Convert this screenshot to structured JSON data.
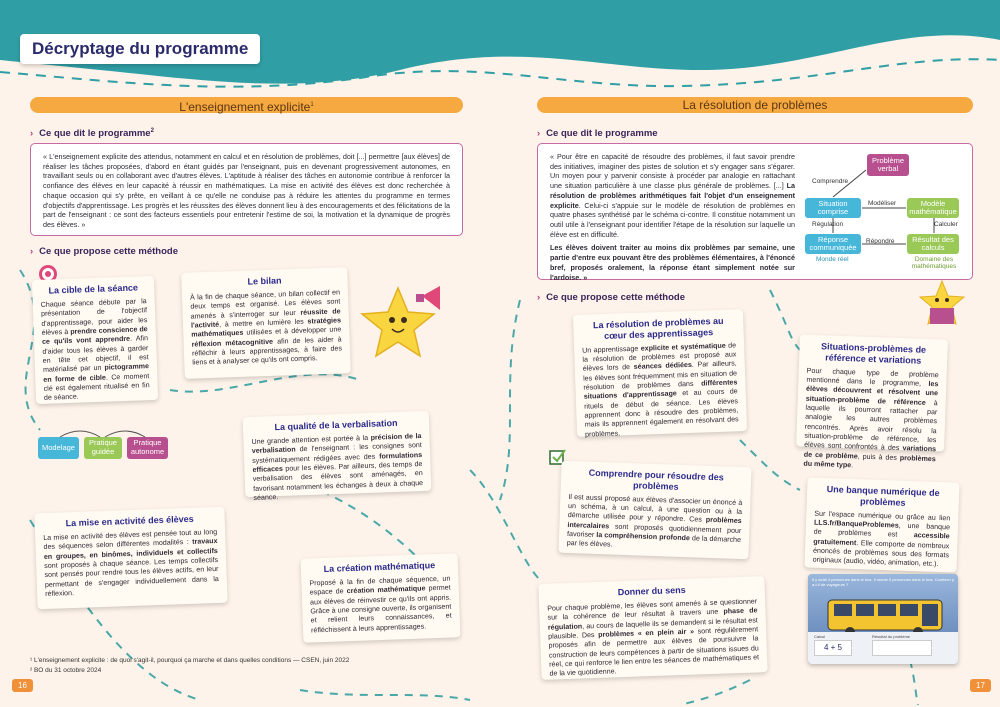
{
  "page": {
    "title": "Décryptage du programme",
    "page_left": "16",
    "page_right": "17"
  },
  "left": {
    "section_title": "L'enseignement explicite",
    "section_sup": "1",
    "dit_heading": "Ce que dit le programme",
    "dit_sup": "2",
    "quote": "« L'enseignement explicite des attendus, notamment en calcul et en résolution de problèmes, doit [...] permettre [aux élèves] de réaliser les tâches proposées, d'abord en étant guidés par l'enseignant, puis en devenant progressivement autonomes, en travaillant seuls ou en collaborant avec d'autres élèves. L'aptitude à réaliser des tâches en autonomie contribue à renforcer la confiance des élèves en leur capacité à réussir en mathématiques. La mise en activité des élèves est donc recherchée à chaque occasion qui s'y prête, en veillant à ce qu'elle ne conduise pas à réduire les attentes du programme en termes d'objectifs d'apprentissage. Les progrès et les réussites des élèves donnent lieu à des encouragements et des félicitations de la part de l'enseignant : ce sont des facteurs essentiels pour entretenir l'estime de soi, la motivation et la dynamique de progrès des élèves. »",
    "propose_heading": "Ce que propose cette méthode",
    "cards": {
      "cible": {
        "title": "La cible de la séance",
        "p1": "Chaque séance débute par la présentation de l'objectif d'apprentissage, pour aider les élèves à ",
        "b1": "prendre conscience de ce qu'ils vont apprendre",
        "p2": ". Afin d'aider tous les élèves à garder en tête cet objectif, il est matérialisé par un ",
        "b2": "pictogramme en forme de cible",
        "p3": ". Ce moment clé est également ritualisé en fin de séance."
      },
      "bilan": {
        "title": "Le bilan",
        "p1": "À la fin de chaque séance, un bilan collectif en deux temps est organisé. Les élèves sont amenés à s'interroger sur leur ",
        "b1": "réussite de l'activité",
        "p2": ", à mettre en lumière les ",
        "b2": "stratégies mathématiques",
        "p3": " utilisées et à développer une ",
        "b3": "réflexion métacognitive",
        "p4": " afin de les aider à réfléchir à leurs apprentissages, à faire des liens et à analyser ce qu'ils ont compris."
      },
      "verbalisation": {
        "title": "La qualité de la verbalisation",
        "p1": "Une grande attention est portée à la ",
        "b1": "précision de la verbalisation",
        "p2": " de l'enseignant : les consignes sont systématiquement rédigées avec des ",
        "b2": "formulations efficaces",
        "p3": " pour les élèves. Par ailleurs, des temps de verbalisation des élèves sont aménagés, en favorisant notamment les échanges à deux à chaque séance."
      },
      "activite": {
        "title": "La mise en activité des élèves",
        "p1": "La mise en activité des élèves est pensée tout au long des séquences selon différentes modalités : ",
        "b1": "travaux en groupes, en binômes, individuels et collectifs",
        "p2": " sont proposés à chaque séance. Les temps collectifs sont pensés pour rendre tous les élèves actifs, en leur permettant de s'engager individuellement dans la réflexion."
      },
      "creation": {
        "title": "La création mathématique",
        "p1": "Proposé à la fin de chaque séquence, un espace de ",
        "b1": "création mathématique",
        "p2": " permet aux élèves de réinvestir ce qu'ils ont appris. Grâce à une consigne ouverte, ils organisent et relient leurs connaissances, et réfléchissent à leurs apprentissages."
      }
    },
    "chips": [
      "Modelage",
      "Pratique guidée",
      "Pratique autonome"
    ],
    "chip_colors": [
      "#46b6d9",
      "#9ac958",
      "#b84f8f"
    ],
    "footnote1": "¹ L'enseignement explicite : de quoi s'agit-il, pourquoi ça marche et dans quelles conditions — CSEN, juin 2022",
    "footnote2": "² BO du 31 octobre 2024"
  },
  "right": {
    "section_title": "La résolution de problèmes",
    "dit_heading": "Ce que dit le programme",
    "quote_p1": "« Pour être en capacité de résoudre des problèmes, il faut savoir prendre des initiatives, imaginer des pistes de solution et s'y engager sans s'égarer. Un moyen pour y parvenir consiste à procéder par analogie en rattachant une situation particulière à une classe plus générale de problèmes. [...] ",
    "quote_b1": "La résolution de problèmes arithmétiques fait l'objet d'un enseignement explicite",
    "quote_p2": ". Celui-ci s'appuie sur le modèle de résolution de problèmes en quatre phases synthétisé par le schéma ci-contre. Il constitue notamment un outil utile à l'enseignant pour identifier l'étape de la résolution sur laquelle un élève est en difficulté.",
    "quote_b2": "Les élèves doivent traiter au moins dix problèmes par semaine, une partie d'entre eux pouvant être des problèmes élémentaires, à l'énoncé bref, proposés oralement, la réponse étant simplement notée sur l'ardoise. »",
    "diagram": {
      "probleme": "Problème verbal",
      "situation": "Situation comprise",
      "modele": "Modèle mathématique",
      "reponse": "Réponse communiquée",
      "resultat": "Résultat des calculs",
      "comprendre": "Comprendre",
      "modeliser": "Modéliser",
      "calculer": "Calculer",
      "regulation": "Régulation",
      "repondre": "Répondre",
      "monde_reel": "Monde réel",
      "domaine": "Domaine des mathématiques"
    },
    "propose_heading": "Ce que propose cette méthode",
    "cards": {
      "coeur": {
        "title": "La résolution de problèmes au cœur des apprentissages",
        "p1": "Un apprentissage ",
        "b1": "explicite et systématique",
        "p2": " de la résolution de problèmes est proposé aux élèves lors de ",
        "b2": "séances dédiées",
        "p3": ". Par ailleurs, les élèves sont fréquemment mis en situation de résolution de problèmes dans ",
        "b3": "différentes situations d'apprentissage",
        "p4": " et au cours de rituels de début de séance. Les élèves apprennent donc à résoudre des problèmes, mais ils apprennent également en résolvant des problèmes."
      },
      "reference": {
        "title": "Situations-problèmes de référence et variations",
        "p1": "Pour chaque type de problème mentionné dans le programme, ",
        "b1": "les élèves découvrent et résolvent une situation-problème de référence",
        "p2": " à laquelle ils pourront rattacher par analogie les autres problèmes rencontrés. Après avoir résolu la situation-problème de référence, les élèves sont confrontés à des ",
        "b2": "variations de ce problème",
        "p3": ", puis à des ",
        "b3": "problèmes du même type",
        "p4": "."
      },
      "comprendre": {
        "title": "Comprendre pour résoudre des problèmes",
        "p1": "Il est aussi proposé aux élèves d'associer un énoncé à un schéma, à un calcul, à une question ou à la démarche utilisée pour y répondre. Ces ",
        "b1": "problèmes intercalaires",
        "p2": " sont proposés quotidiennement pour favoriser ",
        "b2": "la compréhension profonde",
        "p3": " de la démarche par les élèves."
      },
      "banque": {
        "title": "Une banque numérique de problèmes",
        "p1": "Sur l'espace numérique ou grâce au lien ",
        "b1": "LLS.fr/BanqueProblemes",
        "p2": ", une banque de problèmes est ",
        "b2": "accessible gratuitement",
        "p3": ". Elle comporte de nombreux énoncés de problèmes sous des formats originaux (audio, vidéo, animation, etc.)."
      },
      "sens": {
        "title": "Donner du sens",
        "p1": "Pour chaque problème, les élèves sont amenés à se questionner sur la cohérence de leur résultat à travers une ",
        "b1": "phase de régulation",
        "p2": ", au cours de laquelle ils se demandent si le résultat est plausible. Des ",
        "b2": "problèmes « en plein air »",
        "p3": " sont régulièrement proposés afin de permettre aux élèves de poursuivre la construction de leurs compétences à partir de situations issues du réel, ce qui renforce le lien entre les séances de mathématiques et de la vie quotidienne."
      }
    },
    "screenshot": {
      "caption": "Il y avait 4 personnes dans le bus. Il monte 5 personnes dans le bus. Combien y a-t-il de voyageurs ?",
      "calc_label": "Calcul",
      "calc_value": "4 + 5",
      "result_label": "Résultat du problème"
    }
  },
  "colors": {
    "teal": "#2f9fa5",
    "orange": "#f5a940",
    "purple": "#b84f8f",
    "blue": "#46b6d9",
    "green": "#9ac958"
  }
}
